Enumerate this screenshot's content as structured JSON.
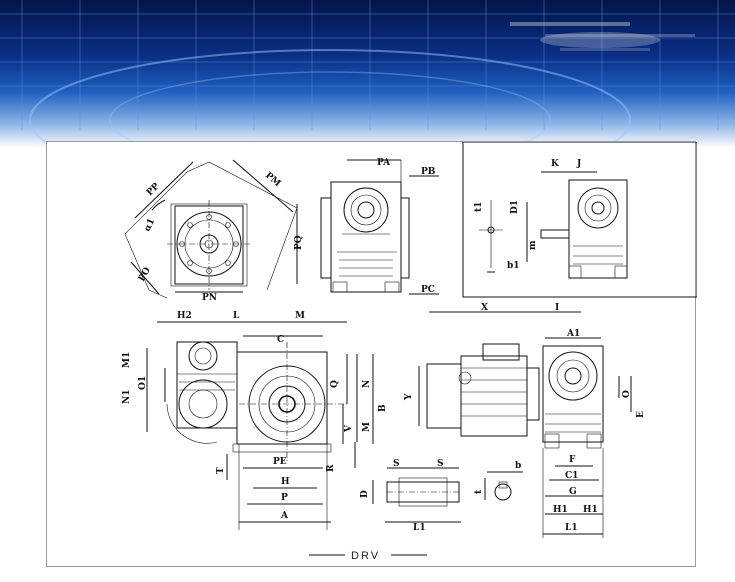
{
  "caption": "DRV",
  "labels": {
    "PP": "PP",
    "PM": "PM",
    "a1": "α1",
    "PQ": "PQ",
    "PO": "PO",
    "PN": "PN",
    "PA": "PA",
    "PB": "PB",
    "PC": "PC",
    "K": "K",
    "J": "J",
    "t1": "t1",
    "D1": "D1",
    "b1": "b1",
    "m": "m",
    "H2": "H2",
    "L": "L",
    "M": "M",
    "C": "C",
    "M1": "M1",
    "N1": "N1",
    "O1": "O1",
    "Q": "Q",
    "N": "N",
    "B": "B",
    "V": "V",
    "Mb": "M",
    "R": "R",
    "T": "T",
    "PE": "PE",
    "H": "H",
    "P": "P",
    "A": "A",
    "X": "X",
    "I": "I",
    "A1": "A1",
    "Y": "Y",
    "O": "O",
    "E": "E",
    "F": "F",
    "C1": "C1",
    "G": "G",
    "H1a": "H1",
    "H1b": "H1",
    "L1b": "L1",
    "S1": "S",
    "S2": "S",
    "D": "D",
    "L1a": "L1",
    "b": "b",
    "t": "t"
  }
}
